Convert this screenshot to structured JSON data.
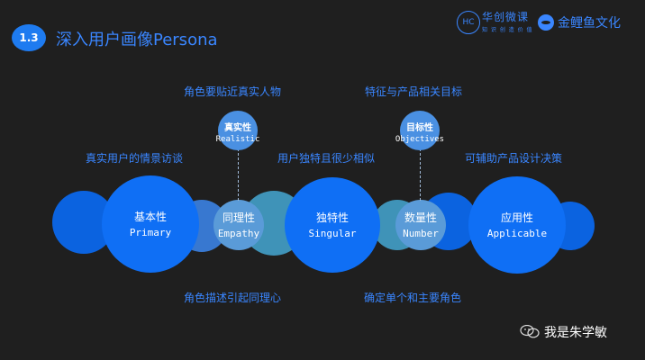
{
  "header": {
    "section_badge": "1.3",
    "title": "深入用户画像Persona"
  },
  "brand": {
    "hc_logo_text": "HC",
    "hc_name": "华创微课",
    "hc_sub": "知 识 创 造 价 值",
    "carp_name": "金鲤鱼文化"
  },
  "annotations": {
    "realistic_note": "角色要贴近真实人物",
    "objectives_note": "特征与产品相关目标",
    "primary_note": "真实用户的情景访谈",
    "singular_note": "用户独特且很少相似",
    "applicable_note": "可辅助产品设计决策",
    "empathy_note": "角色描述引起同理心",
    "number_note": "确定单个和主要角色"
  },
  "circles": {
    "primary": {
      "zh": "基本性",
      "en": "Primary"
    },
    "empathy": {
      "zh": "同理性",
      "en": "Empathy"
    },
    "singular": {
      "zh": "独特性",
      "en": "Singular"
    },
    "number": {
      "zh": "数量性",
      "en": "Number"
    },
    "applicable": {
      "zh": "应用性",
      "en": "Applicable"
    },
    "realistic": {
      "zh": "真实性",
      "en": "Realistic"
    },
    "objectives": {
      "zh": "目标性",
      "en": "Objectives"
    }
  },
  "footer": {
    "watermark": "我是朱学敏"
  },
  "colors": {
    "background": "#1f1f1f",
    "accent": "#3a86ff",
    "circle_primary": "#0f6ff5",
    "circle_teal": "#2e8fc4"
  }
}
